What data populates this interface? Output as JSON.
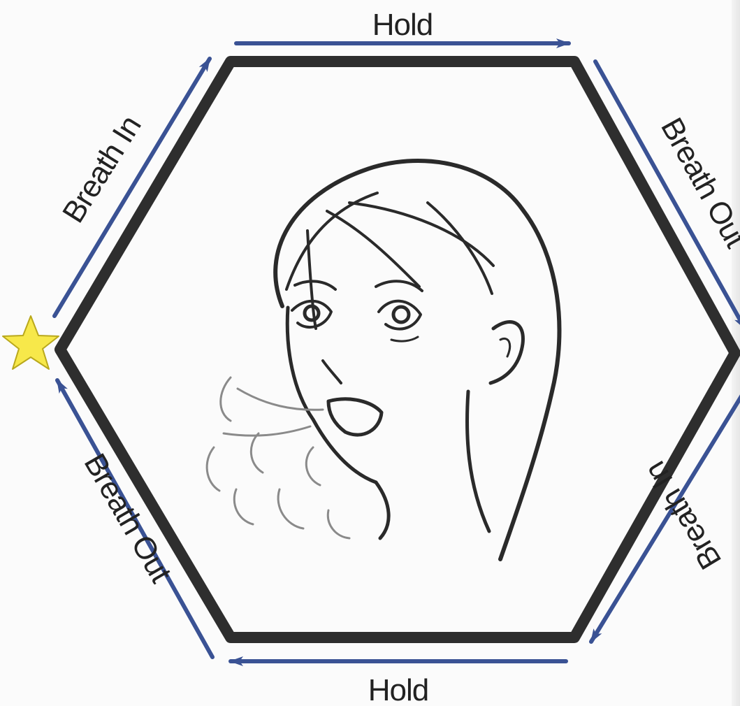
{
  "diagram": {
    "sides": [
      {
        "id": "top",
        "label": "Hold"
      },
      {
        "id": "upper-right",
        "label": "Breath Out"
      },
      {
        "id": "lower-right",
        "label": "Breath In"
      },
      {
        "id": "bottom",
        "label": "Hold"
      },
      {
        "id": "lower-left",
        "label": "Breath Out"
      },
      {
        "id": "upper-left",
        "label": "Breath In"
      }
    ],
    "start_marker": "star-icon",
    "illustration": "face-exhaling-illustration",
    "colors": {
      "hexagon": "#2e2e2e",
      "arrow": "#3a5294",
      "star_fill": "#f7e84a",
      "star_stroke": "#b9a81c",
      "line_art": "#2a2a2a"
    }
  }
}
